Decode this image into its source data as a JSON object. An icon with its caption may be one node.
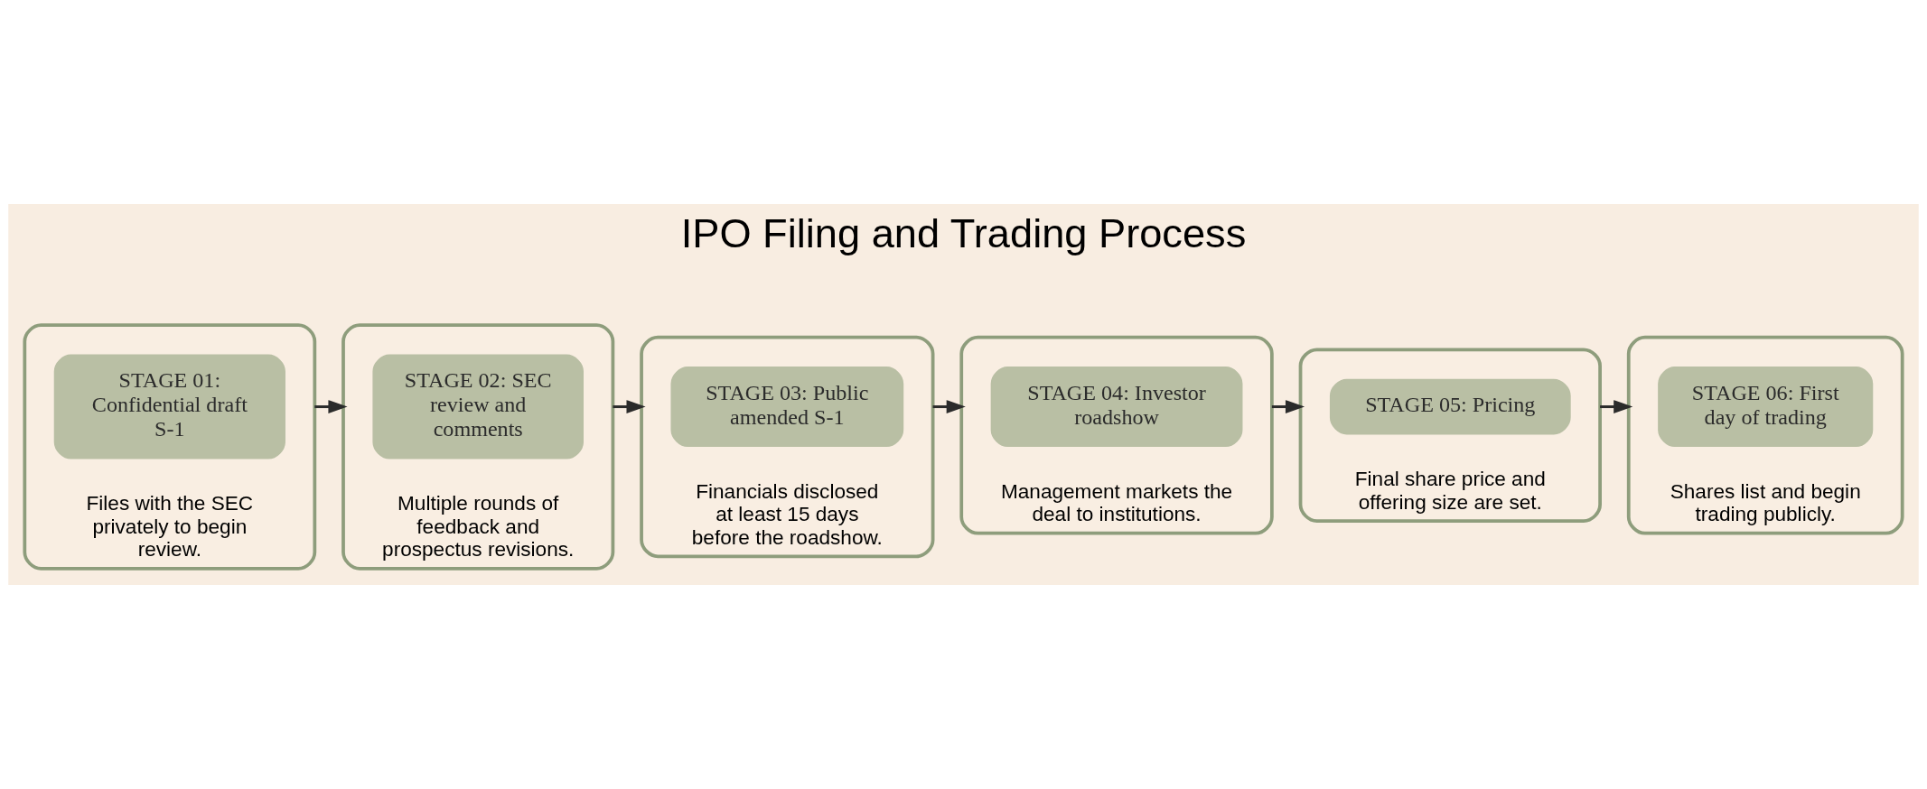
{
  "diagram": {
    "title": "IPO Filing and Trading Process",
    "nodes": [
      {
        "text": [
          "Files with the SEC privately to begin review."
        ]
      },
      {
        "text": [
          "STAGE 01: Confidential draft S-1"
        ],
        "in": 0
      },
      {
        "text": [
          "Multiple rounds of feedback and prospectus revisions."
        ]
      },
      {
        "text": [
          "STAGE 02: SEC review and comments"
        ],
        "in": 2
      },
      {
        "text": [
          "Financials disclosed at least 15 days before the roadshow."
        ]
      },
      {
        "text": [
          "STAGE 03: Public amended S-1"
        ],
        "in": 4
      },
      {
        "text": [
          "Management markets the deal to institutions."
        ]
      },
      {
        "text": [
          "STAGE 04: Investor roadshow"
        ],
        "in": 6
      },
      {
        "text": [
          "Final share price and offering size are set."
        ]
      },
      {
        "text": [
          "STAGE 05: Pricing"
        ],
        "in": 8
      },
      {
        "text": [
          "Shares list and begin trading publicly."
        ]
      },
      {
        "text": [
          "STAGE 06: First day of trading"
        ],
        "in": 10
      }
    ],
    "edges": [
      {
        "from": 0,
        "to": 2,
        "arrow": "to"
      },
      {
        "from": 2,
        "to": 4,
        "arrow": "to"
      },
      {
        "from": 4,
        "to": 6,
        "arrow": "to"
      },
      {
        "from": 6,
        "to": 8,
        "arrow": "to"
      },
      {
        "from": 8,
        "to": 10,
        "arrow": "to"
      }
    ]
  }
}
